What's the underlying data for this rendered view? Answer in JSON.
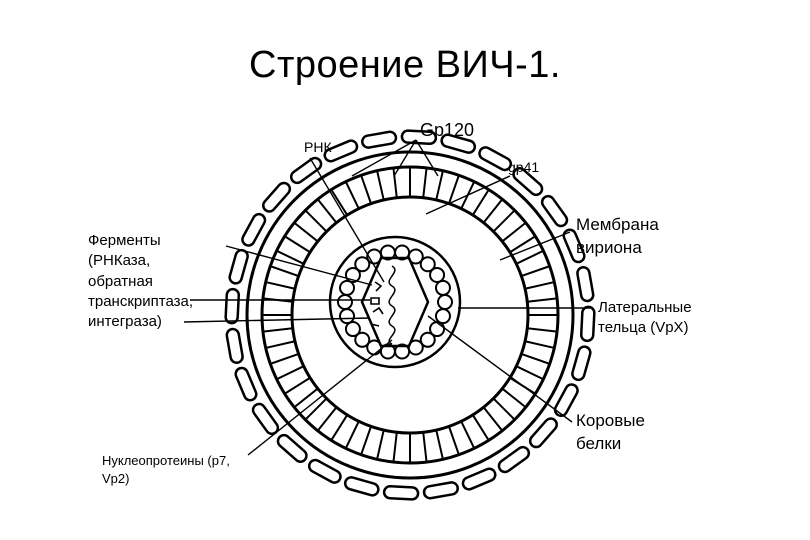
{
  "title": "Строение ВИЧ-1.",
  "labels": {
    "rna": "РНК",
    "gp120": "Gp120",
    "gp41": "gp41",
    "membrane": "Мембрана\nвириона",
    "enzymes": "Ферменты\n(РНКаза,\nобратная\nтранскриптаза,\nинтеграза)",
    "lateral": "Латеральные\nтельца (VpX)",
    "core": "Коровые\nбелки",
    "nucleoproteins": "Нуклеопротеины (p7,\nVp2)"
  },
  "colors": {
    "ink": "#000000",
    "background": "#ffffff"
  }
}
